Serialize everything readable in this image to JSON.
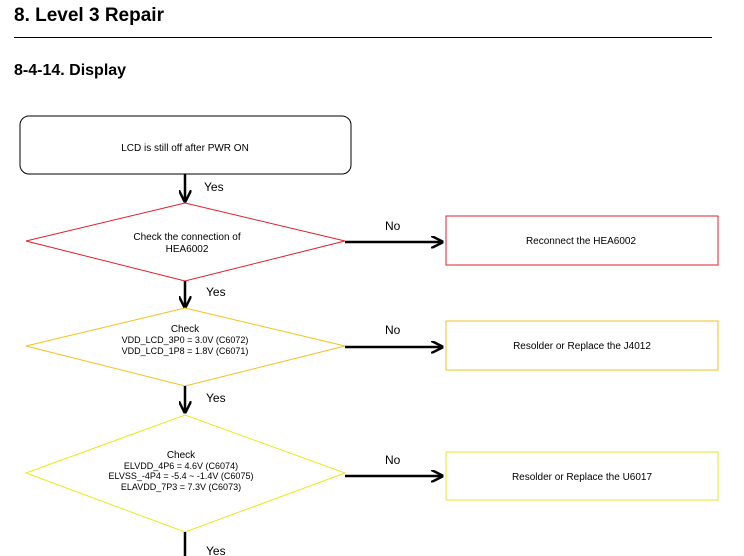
{
  "section_title": "8. Level 3 Repair",
  "subsection_title": "8-4-14. Display",
  "flow": {
    "start": "LCD is still off after PWR ON",
    "decision1": {
      "lines": [
        "Check the connection of",
        "HEA6002"
      ],
      "no_action": "Reconnect the HEA6002",
      "color": "#e0202a"
    },
    "decision2": {
      "lines": [
        "Check",
        "VDD_LCD_3P0 = 3.0V (C6072)",
        "VDD_LCD_1P8 = 1.8V (C6071)"
      ],
      "no_action": "Resolder or Replace the J4012",
      "color": "#f2c21e"
    },
    "decision3": {
      "lines": [
        "Check",
        "ELVDD_4P6 = 4.6V (C6074)",
        "ELVSS_-4P4 = -5.4 ~ -1.4V (C6075)",
        "ELAVDD_7P3 = 7.3V (C6073)"
      ],
      "no_action": "Resolder or Replace the U6017",
      "color": "#eaea1c"
    },
    "yes_label": "Yes",
    "no_label": "No"
  }
}
